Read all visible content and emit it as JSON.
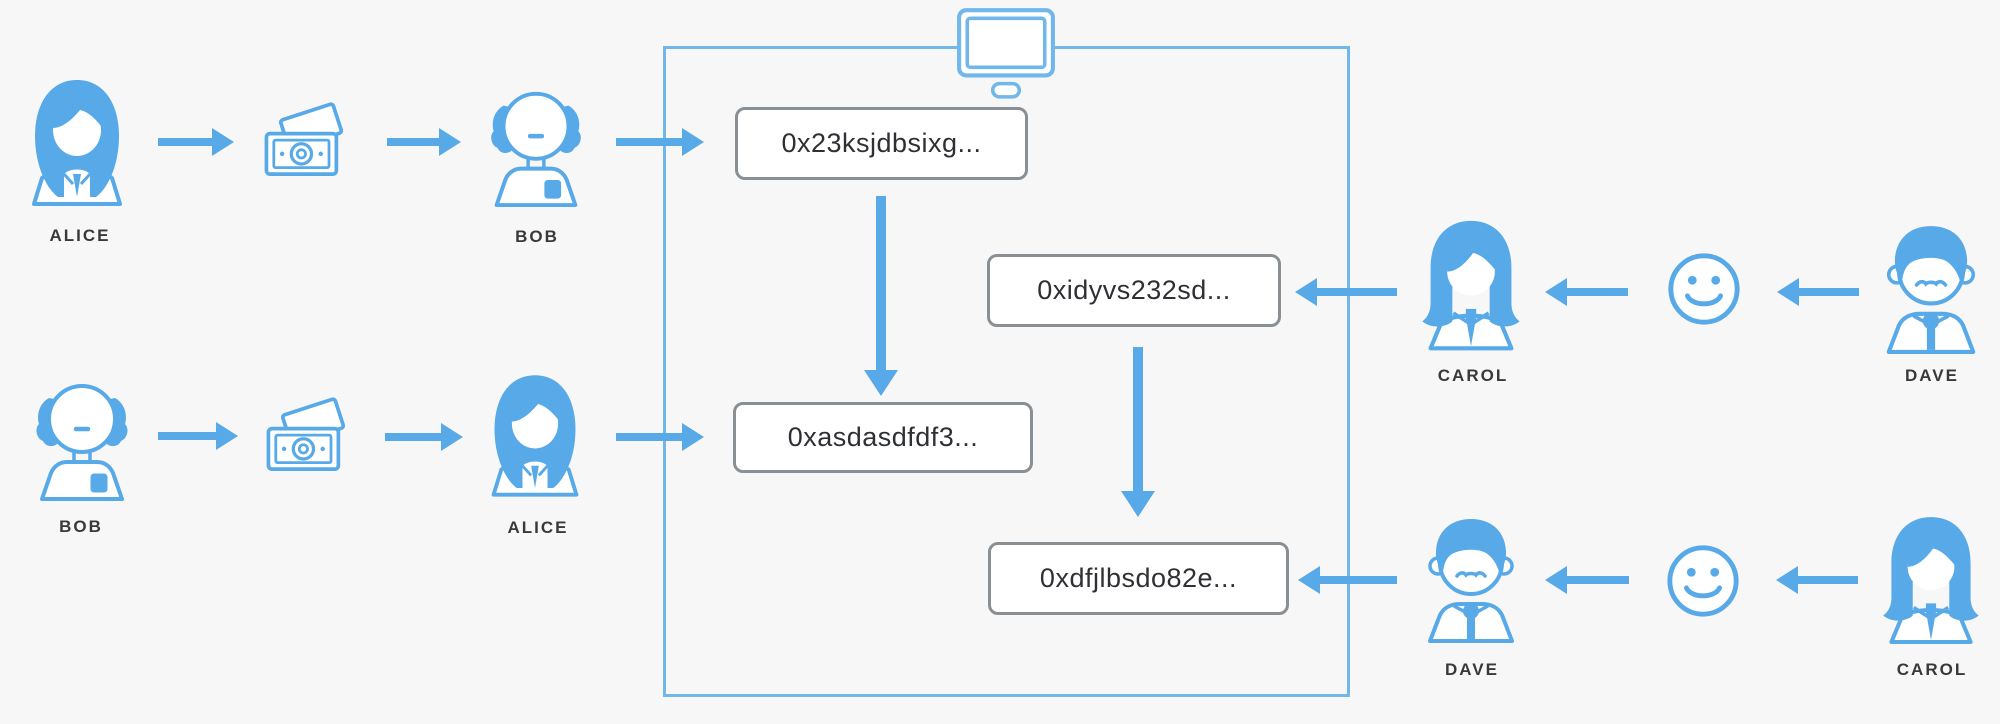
{
  "diagram": {
    "type": "blockchain-transaction-flow",
    "colors": {
      "accent": "#58a9e7",
      "node_box_border": "#72b7ec",
      "hash_box_border": "#8a8f94",
      "label_text": "#38393b",
      "hash_text": "#2e3033",
      "background": "#f7f7f7"
    },
    "transactions": {
      "tx1": "0x23ksjdbsixg...",
      "tx2": "0xidyvs232sd...",
      "tx3": "0xasdasdfdf3...",
      "tx4": "0xdfjlbsdo82e..."
    },
    "actors": {
      "alice_row1": "ALICE",
      "bob_row1": "BOB",
      "bob_row2": "BOB",
      "alice_row2": "ALICE",
      "carol_row1": "CAROL",
      "dave_row1": "DAVE",
      "dave_row2": "DAVE",
      "carol_row2": "CAROL"
    },
    "icons": {
      "node": "monitor-icon",
      "payment": "money-icon",
      "goods": "smiley-icon"
    }
  }
}
